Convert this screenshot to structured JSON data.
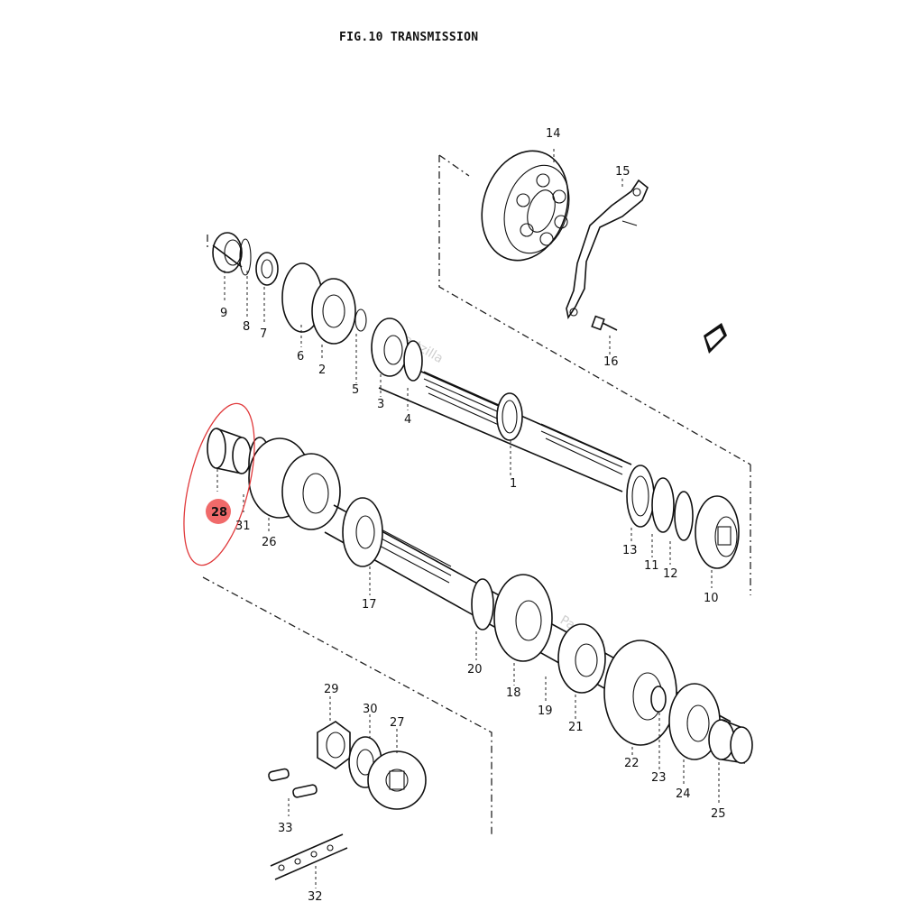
{
  "figure": {
    "title": "FIG.10  TRANSMISSION"
  },
  "watermark": {
    "text": "Partzilla"
  },
  "highlight": {
    "part_number": "28",
    "circle_color": "#f06a6a",
    "outline_color": "#e0383a"
  },
  "callouts": [
    {
      "id": "1",
      "label": "1"
    },
    {
      "id": "2",
      "label": "2"
    },
    {
      "id": "3",
      "label": "3"
    },
    {
      "id": "4",
      "label": "4"
    },
    {
      "id": "5",
      "label": "5"
    },
    {
      "id": "6",
      "label": "6"
    },
    {
      "id": "7",
      "label": "7"
    },
    {
      "id": "8",
      "label": "8"
    },
    {
      "id": "9",
      "label": "9"
    },
    {
      "id": "10",
      "label": "10"
    },
    {
      "id": "11",
      "label": "11"
    },
    {
      "id": "12",
      "label": "12"
    },
    {
      "id": "13",
      "label": "13"
    },
    {
      "id": "14",
      "label": "14"
    },
    {
      "id": "15",
      "label": "15"
    },
    {
      "id": "16",
      "label": "16"
    },
    {
      "id": "17",
      "label": "17"
    },
    {
      "id": "18",
      "label": "18"
    },
    {
      "id": "19",
      "label": "19"
    },
    {
      "id": "20",
      "label": "20"
    },
    {
      "id": "21",
      "label": "21"
    },
    {
      "id": "22",
      "label": "22"
    },
    {
      "id": "23",
      "label": "23"
    },
    {
      "id": "24",
      "label": "24"
    },
    {
      "id": "25",
      "label": "25"
    },
    {
      "id": "26",
      "label": "26"
    },
    {
      "id": "27",
      "label": "27"
    },
    {
      "id": "28",
      "label": "28"
    },
    {
      "id": "29",
      "label": "29"
    },
    {
      "id": "30",
      "label": "30"
    },
    {
      "id": "31",
      "label": "31"
    },
    {
      "id": "32",
      "label": "32"
    },
    {
      "id": "33",
      "label": "33"
    }
  ]
}
